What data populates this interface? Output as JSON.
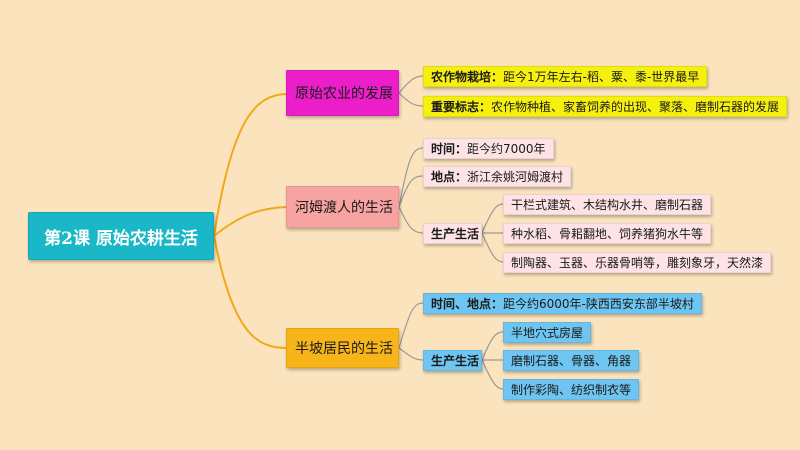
{
  "root": {
    "label": "第2课  原始农耕生活"
  },
  "branches": [
    {
      "label": "原始农业的发展",
      "items": [
        {
          "key": "农作物栽培：",
          "text": "距今1万年左右-稻、粟、黍-世界最早"
        },
        {
          "key": "重要标志：",
          "text": "农作物种植、家畜饲养的出现、聚落、磨制石器的发展"
        }
      ]
    },
    {
      "label": "河姆渡人的生活",
      "time_label": "时间：",
      "time_value": "距今约7000年",
      "place_label": "地点：",
      "place_value": "浙江余姚河姆渡村",
      "production_label": "生产生活",
      "production_items": [
        "干栏式建筑、木结构水井、磨制石器",
        "种水稻、骨耜翻地、饲养猪狗水牛等",
        "制陶器、玉器、乐器骨哨等，雕刻象牙，天然漆"
      ]
    },
    {
      "label": "半坡居民的生活",
      "time_place_label": "时间、地点：",
      "time_place_value": "距今约6000年-陕西西安东部半坡村",
      "production_label": "生产生活",
      "production_items": [
        "半地穴式房屋",
        "磨制石器、骨器、角器",
        "制作彩陶、纺织制衣等"
      ]
    }
  ],
  "colors": {
    "background": "#fbe4bd",
    "root": "#19b7c7",
    "branch1": "#ec1ec9",
    "branch2": "#f7a3a1",
    "branch3": "#f8b51a",
    "leaf_yellow": "#f6f00f",
    "leaf_pink": "#fde3e6",
    "leaf_blue": "#6ec5f1",
    "connector_main": "#f1a91b",
    "connector_sub": "#9a9a9a"
  }
}
